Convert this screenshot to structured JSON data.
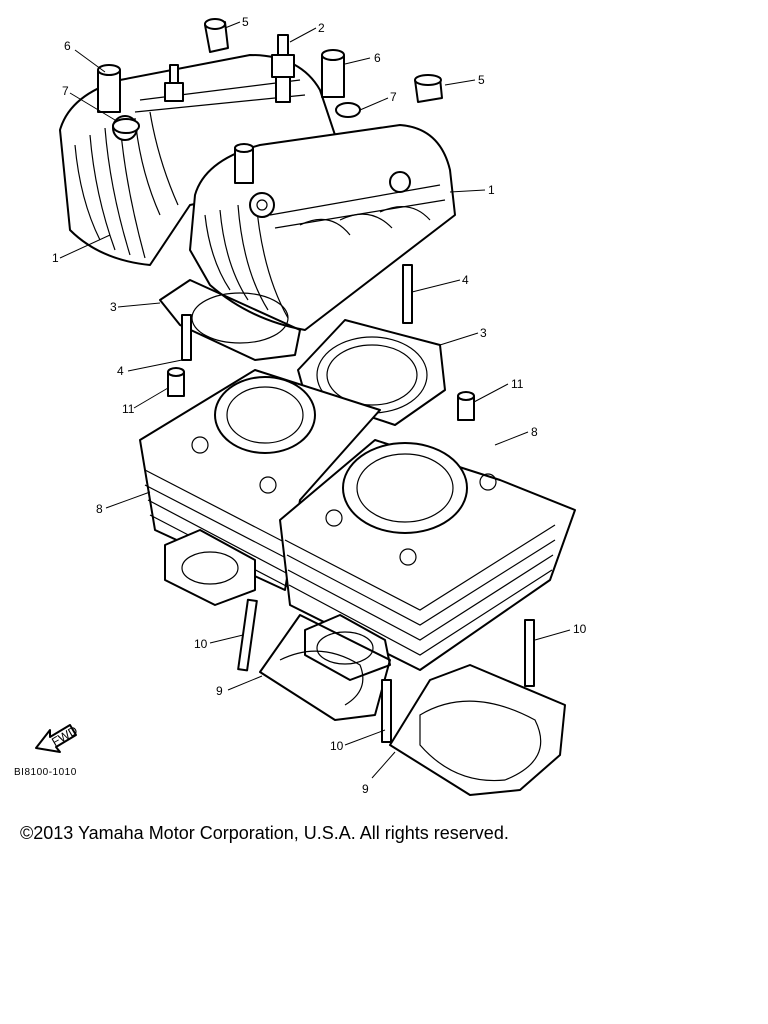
{
  "diagram": {
    "callouts": {
      "c1a": "1",
      "c1b": "1",
      "c2": "2",
      "c3a": "3",
      "c3b": "3",
      "c4a": "4",
      "c4b": "4",
      "c5a": "5",
      "c5b": "5",
      "c6a": "6",
      "c6b": "6",
      "c7a": "7",
      "c7b": "7",
      "c8a": "8",
      "c8b": "8",
      "c9a": "9",
      "c9b": "9",
      "c10a": "10",
      "c10b": "10",
      "c10c": "10",
      "c11a": "11",
      "c11b": "11"
    },
    "fwd_label": "FWD",
    "code": "BI8100-1010"
  },
  "footer": {
    "copyright": "©2013 Yamaha Motor Corporation, U.S.A. All rights reserved."
  }
}
